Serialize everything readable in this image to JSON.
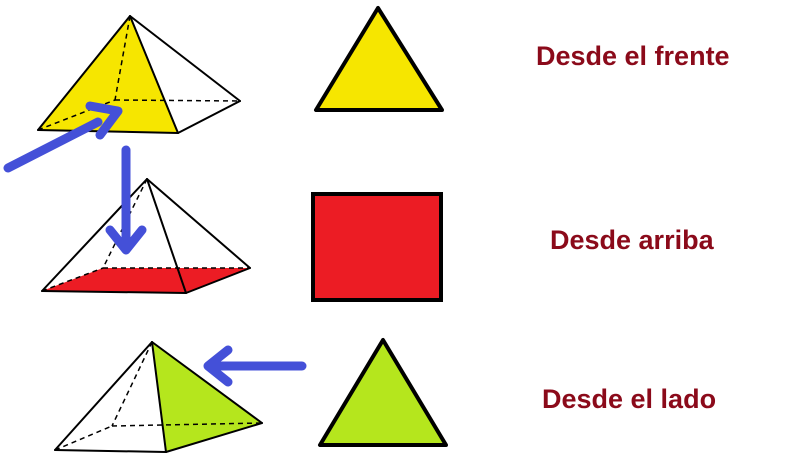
{
  "views": [
    {
      "id": "front",
      "label": "Desde el frente",
      "shape": "triangle",
      "fill": "#f6e600",
      "icon": "yellow-triangle-icon"
    },
    {
      "id": "top",
      "label": "Desde arriba",
      "shape": "square",
      "fill": "#ec1c24",
      "icon": "red-square-icon"
    },
    {
      "id": "side",
      "label": "Desde el lado",
      "shape": "triangle",
      "fill": "#b5e61d",
      "icon": "green-triangle-icon"
    }
  ],
  "colors": {
    "label_text": "#8b0a1a",
    "arrow": "#4450d8",
    "outline": "#000000",
    "background": "#ffffff"
  }
}
